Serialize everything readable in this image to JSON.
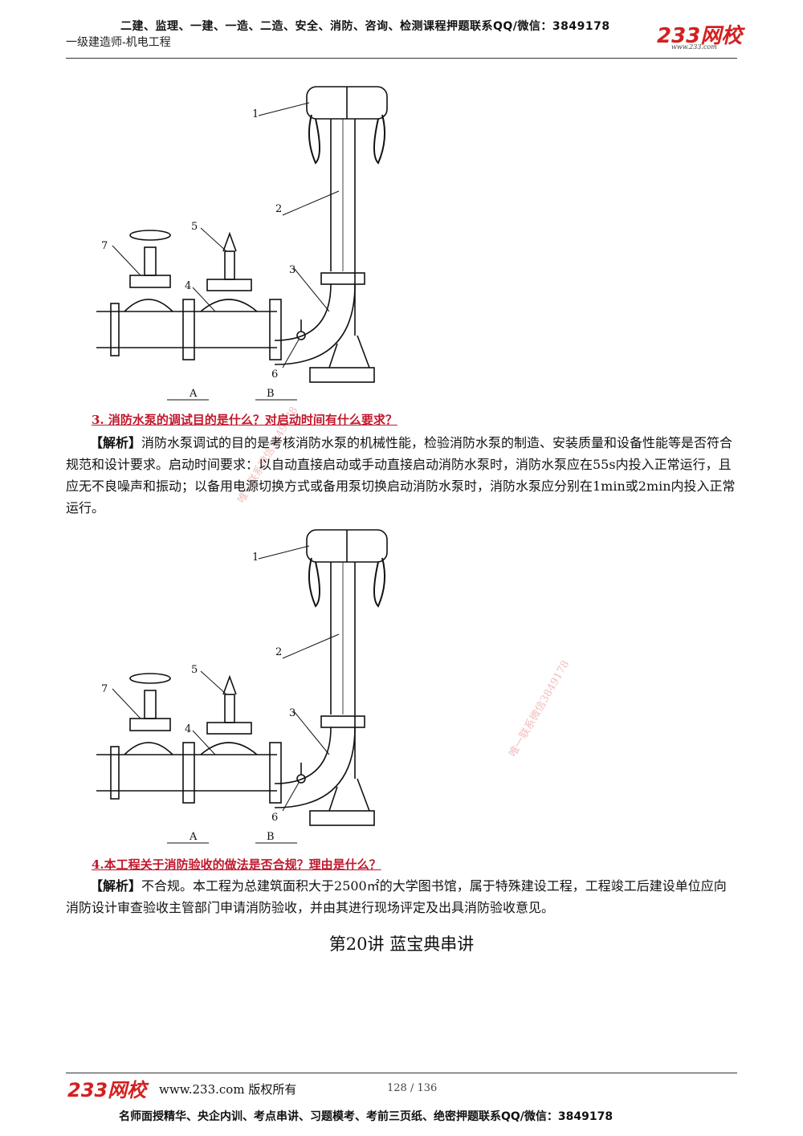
{
  "header": {
    "top_line": "二建、监理、一建、一造、二造、安全、消防、咨询、检测课程押题联系QQ/微信：3849178",
    "sub_line": "一级建造师-机电工程",
    "logo": "233网校",
    "logo_url": "www.233.com"
  },
  "figure": {
    "labels": [
      "1",
      "2",
      "3",
      "4",
      "5",
      "6",
      "7"
    ],
    "arrow_a": "A",
    "arrow_b": "B"
  },
  "questions": [
    {
      "title": "3. 消防水泵的调试目的是什么？对启动时间有什么要求？",
      "answer_tag": "【解析】",
      "answer": "消防水泵调试的目的是考核消防水泵的机械性能，检验消防水泵的制造、安装质量和设备性能等是否符合规范和设计要求。启动时间要求：以自动直接启动或手动直接启动消防水泵时，消防水泵应在55s内投入正常运行，且应无不良噪声和振动；以备用电源切换方式或备用泵切换启动消防水泵时，消防水泵应分别在1min或2min内投入正常运行。"
    },
    {
      "title": "4.本工程关于消防验收的做法是否合规？理由是什么？",
      "answer_tag": "【解析】",
      "answer": "不合规。本工程为总建筑面积大于2500㎡的大学图书馆，属于特殊建设工程，工程竣工后建设单位应向消防设计审查验收主管部门申请消防验收，并由其进行现场评定及出具消防验收意见。"
    }
  ],
  "lecture_title": "第20讲  蓝宝典串讲",
  "watermarks": [
    "唯一联系微信3849178",
    "唯一联系微信3849178"
  ],
  "footer": {
    "logo": "233网校",
    "site": "www.233.com 版权所有",
    "page": "128 / 136",
    "bottom_line": "名师面授精华、央企内训、考点串讲、习题模考、考前三页纸、绝密押题联系QQ/微信：3849178"
  }
}
